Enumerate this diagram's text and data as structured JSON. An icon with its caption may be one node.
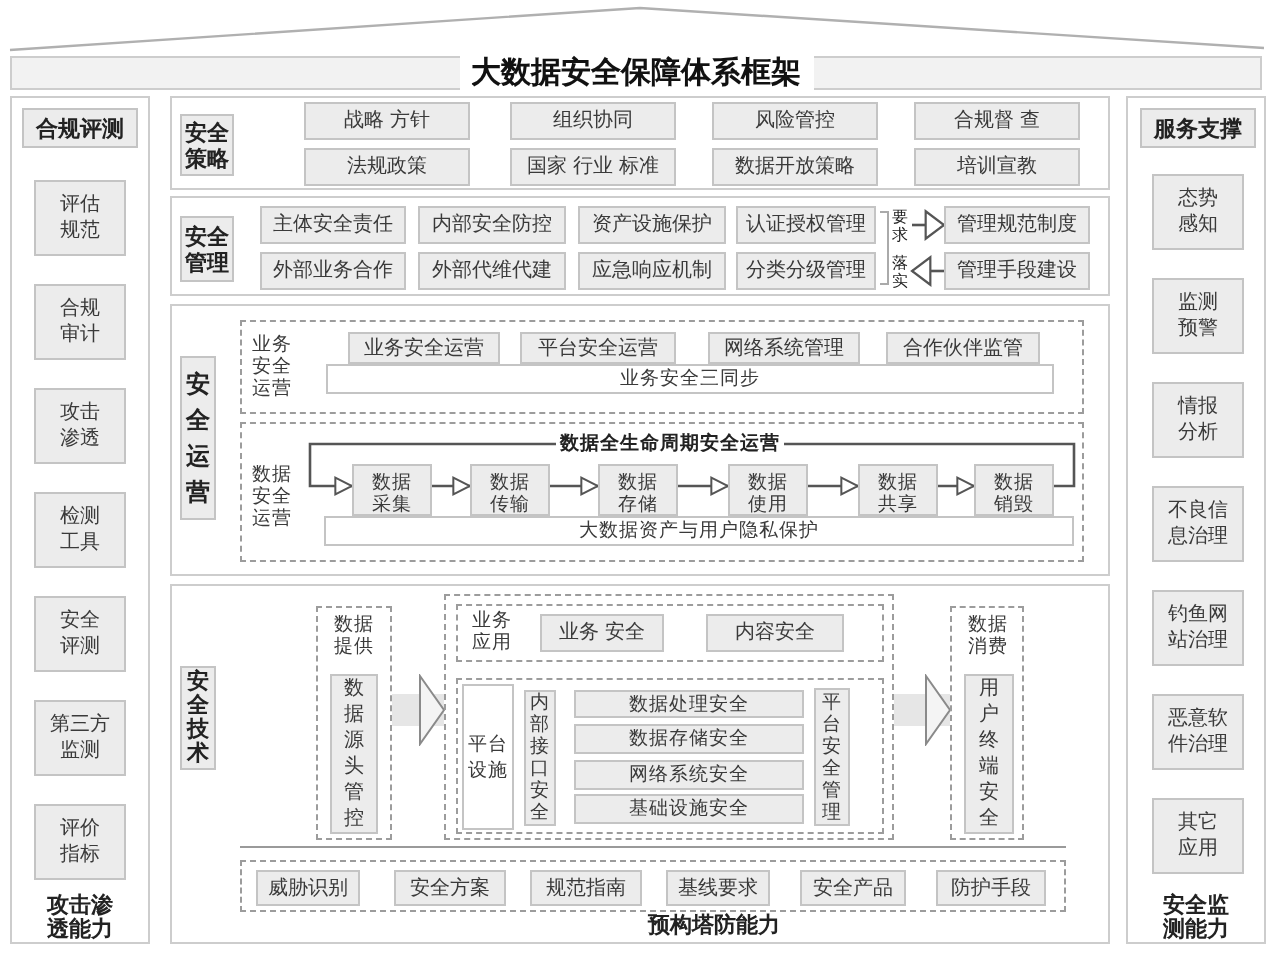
{
  "diagram": {
    "title": "大数据安全保障体系框架",
    "nodes": [
      {
        "text": [
          "攻击渗透能力"
        ]
      },
      {
        "text": [
          "合规评测"
        ],
        "in": 0
      },
      {
        "text": [
          "评估规范"
        ],
        "in": 0
      },
      {
        "text": [
          "合规审计"
        ],
        "in": 0
      },
      {
        "text": [
          "攻击渗透"
        ],
        "in": 0
      },
      {
        "text": [
          "检测工具"
        ],
        "in": 0
      },
      {
        "text": [
          "安全评测"
        ],
        "in": 0
      },
      {
        "text": [
          "第三方监测"
        ],
        "in": 0
      },
      {
        "text": [
          "评价指标"
        ],
        "in": 0
      },
      {
        "text": [],
        "shape": "box"
      },
      {
        "text": [
          "安全策略"
        ],
        "in": 9
      },
      {
        "text": [
          "战略 方针"
        ],
        "in": 9
      },
      {
        "text": [
          "组织协同"
        ],
        "in": 9
      },
      {
        "text": [
          "风险管控"
        ],
        "in": 9
      },
      {
        "text": [
          "合规督 查"
        ],
        "in": 9
      },
      {
        "text": [
          "法规政策"
        ],
        "in": 9
      },
      {
        "text": [
          "国家 行业 标准"
        ],
        "in": 9
      },
      {
        "text": [
          "数据开放策略"
        ],
        "in": 9
      },
      {
        "text": [
          "培训宣教"
        ],
        "in": 9
      },
      {
        "text": [],
        "shape": "box"
      },
      {
        "text": [
          "安全管理"
        ],
        "in": 19
      },
      {
        "text": [
          "主体安全责任"
        ],
        "in": 19
      },
      {
        "text": [
          "内部安全防控"
        ],
        "in": 19
      },
      {
        "text": [
          "资产设施保护"
        ],
        "in": 19
      },
      {
        "text": [
          "认证授权管理"
        ],
        "in": 19
      },
      {
        "text": [
          "外部业务合作"
        ],
        "in": 19
      },
      {
        "text": [
          "外部代维代建"
        ],
        "in": 19
      },
      {
        "text": [
          "应急响应机制"
        ],
        "in": 19
      },
      {
        "text": [
          "分类分级管理"
        ],
        "in": 19
      },
      {
        "text": [
          "管理规范制度"
        ],
        "in": 19
      },
      {
        "text": [
          "管理手段建设"
        ],
        "in": 19
      },
      {
        "text": [],
        "shape": "box"
      },
      {
        "text": [
          "安全运营"
        ],
        "in": 31
      },
      {
        "text": [
          "业务安全运营"
        ],
        "in": 31
      },
      {
        "text": [
          "业务安全运营"
        ],
        "in": 33
      },
      {
        "text": [
          "平台安全运营"
        ],
        "in": 33
      },
      {
        "text": [
          "网络系统管理"
        ],
        "in": 33
      },
      {
        "text": [
          "合作伙伴监管"
        ],
        "in": 33
      },
      {
        "text": [
          "业务安全三同步"
        ],
        "in": 33
      },
      {
        "text": [
          "数据安全运营"
        ],
        "in": 31
      },
      {
        "text": [
          "数据采集"
        ],
        "in": 39
      },
      {
        "text": [
          "数据传输"
        ],
        "in": 39
      },
      {
        "text": [
          "数据存储"
        ],
        "in": 39
      },
      {
        "text": [
          "数据使用"
        ],
        "in": 39
      },
      {
        "text": [
          "数据共享"
        ],
        "in": 39
      },
      {
        "text": [
          "数据销毁"
        ],
        "in": 39
      },
      {
        "text": [
          "大数据资产与用户隐私保护"
        ],
        "in": 39
      },
      {
        "text": [
          "预构塔防能力"
        ]
      },
      {
        "text": [
          "安全技术"
        ],
        "in": 47
      },
      {
        "text": [
          "数据提供"
        ],
        "in": 47
      },
      {
        "text": [
          "数据源头管控"
        ],
        "in": 49
      },
      {
        "text": [],
        "shape": "box",
        "in": 47
      },
      {
        "text": [
          "业务应用"
        ],
        "in": 51
      },
      {
        "text": [
          "业务 安全"
        ],
        "in": 52
      },
      {
        "text": [
          "内容安全"
        ],
        "in": 52
      },
      {
        "text": [],
        "shape": "box",
        "in": 51
      },
      {
        "text": [
          "平台设施"
        ],
        "in": 55
      },
      {
        "text": [
          "内部接口安全"
        ],
        "in": 55
      },
      {
        "text": [
          "数据处理安全"
        ],
        "in": 55
      },
      {
        "text": [
          "数据存储安全"
        ],
        "in": 55
      },
      {
        "text": [
          "网络系统安全"
        ],
        "in": 55
      },
      {
        "text": [
          "基础设施安全"
        ],
        "in": 55
      },
      {
        "text": [
          "平台安全管理"
        ],
        "in": 55
      },
      {
        "text": [
          "数据消费"
        ],
        "in": 47
      },
      {
        "text": [
          "用户终端安全"
        ],
        "in": 63
      },
      {
        "text": [],
        "shape": "box",
        "in": 47
      },
      {
        "text": [
          "威胁识别"
        ],
        "in": 65
      },
      {
        "text": [
          "安全方案"
        ],
        "in": 65
      },
      {
        "text": [
          "规范指南"
        ],
        "in": 65
      },
      {
        "text": [
          "基线要求"
        ],
        "in": 65
      },
      {
        "text": [
          "安全产品"
        ],
        "in": 65
      },
      {
        "text": [
          "防护手段"
        ],
        "in": 65
      },
      {
        "text": [
          "安全监测能力"
        ]
      },
      {
        "text": [
          "服务支撑"
        ],
        "in": 72
      },
      {
        "text": [
          "态势感知"
        ],
        "in": 72
      },
      {
        "text": [
          "监测预警"
        ],
        "in": 72
      },
      {
        "text": [
          "情报分析"
        ],
        "in": 72
      },
      {
        "text": [
          "不良信息治理"
        ],
        "in": 72
      },
      {
        "text": [
          "钓鱼网站治理"
        ],
        "in": 72
      },
      {
        "text": [
          "恶意软件治理"
        ],
        "in": 72
      },
      {
        "text": [
          "其它应用"
        ],
        "in": 72
      }
    ],
    "edges": [
      {
        "from": 40,
        "to": 41,
        "arrow": "to"
      },
      {
        "from": 41,
        "to": 42,
        "arrow": "to"
      },
      {
        "from": 42,
        "to": 43,
        "arrow": "to"
      },
      {
        "from": 43,
        "to": 44,
        "arrow": "to"
      },
      {
        "from": 44,
        "to": 45,
        "arrow": "to"
      },
      {
        "from": 45,
        "to": 40,
        "arrow": "to",
        "label": "数据全生命周期安全运营"
      },
      {
        "from": null,
        "to": 29,
        "arrow": "to",
        "label": "要求"
      },
      {
        "from": 30,
        "to": null,
        "arrow": "to",
        "label": "落实"
      },
      {
        "from": 49,
        "to": 51,
        "arrow": "to",
        "style": "thick",
        "color": "#e6e6e6"
      },
      {
        "from": 51,
        "to": 63,
        "arrow": "to",
        "style": "thick",
        "color": "#e6e6e6"
      }
    ]
  }
}
